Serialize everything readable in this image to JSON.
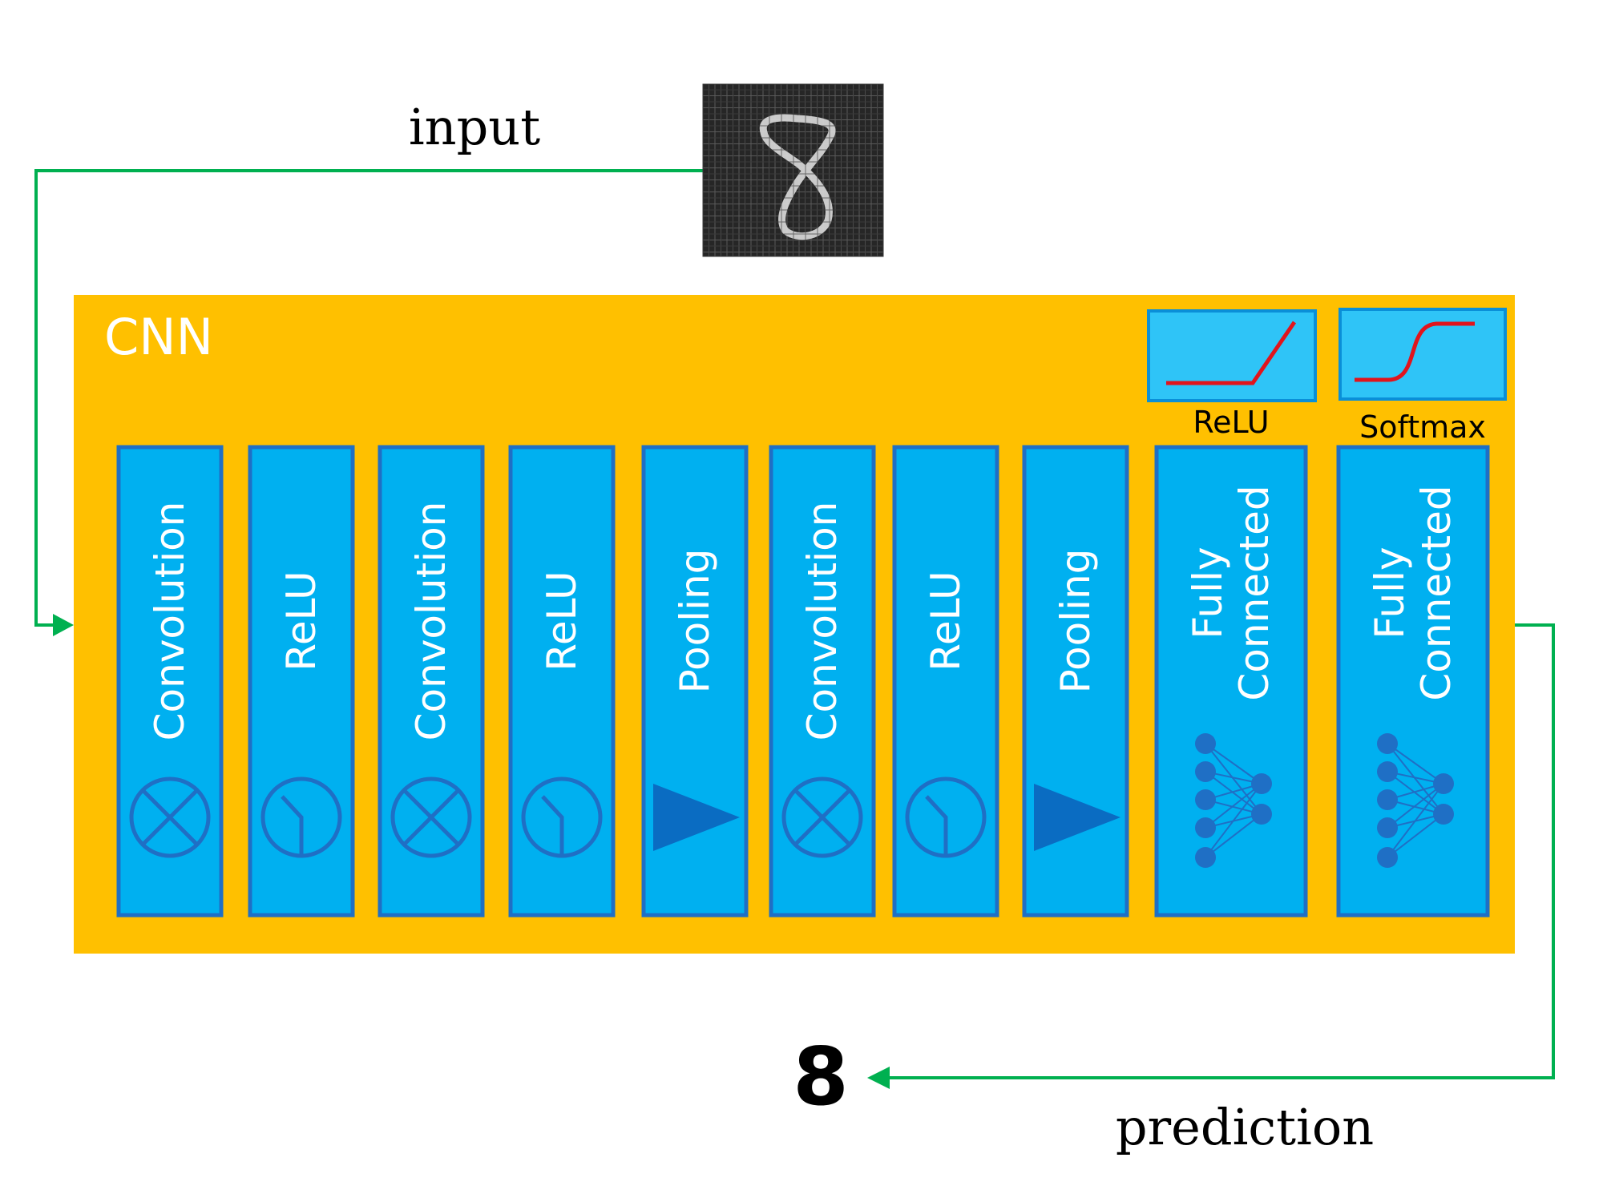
{
  "input_label": "input",
  "cnn_label": "CNN",
  "prediction_label": "prediction",
  "prediction_value": "8",
  "input_digit": "8",
  "activations": [
    {
      "label": "ReLU",
      "curve": "relu"
    },
    {
      "label": "Softmax",
      "curve": "sigmoid"
    }
  ],
  "layers": [
    {
      "lines": [
        "Convolution"
      ],
      "icon": "circle-x"
    },
    {
      "lines": [
        "ReLU"
      ],
      "icon": "relu-circle"
    },
    {
      "lines": [
        "Convolution"
      ],
      "icon": "circle-x"
    },
    {
      "lines": [
        "ReLU"
      ],
      "icon": "relu-circle"
    },
    {
      "lines": [
        "Pooling"
      ],
      "icon": "triangle"
    },
    {
      "lines": [
        "Convolution"
      ],
      "icon": "circle-x"
    },
    {
      "lines": [
        "ReLU"
      ],
      "icon": "relu-circle"
    },
    {
      "lines": [
        "Pooling"
      ],
      "icon": "triangle"
    },
    {
      "lines": [
        "Fully",
        "Connected"
      ],
      "icon": "network"
    },
    {
      "lines": [
        "Fully",
        "Connected"
      ],
      "icon": "network"
    }
  ],
  "colors": {
    "cnn_background": "#FFC000",
    "layer_fill": "#00B0F0",
    "layer_border": "#1F6FC5",
    "icon_stroke": "#1F6FC5",
    "triangle_fill": "#0A6CC2",
    "activation_fill": "#2FC4F7",
    "curve_color": "#E1141C",
    "arrow_color": "#00B050",
    "text_white": "#FFFFFF",
    "text_dark": "#000000"
  }
}
